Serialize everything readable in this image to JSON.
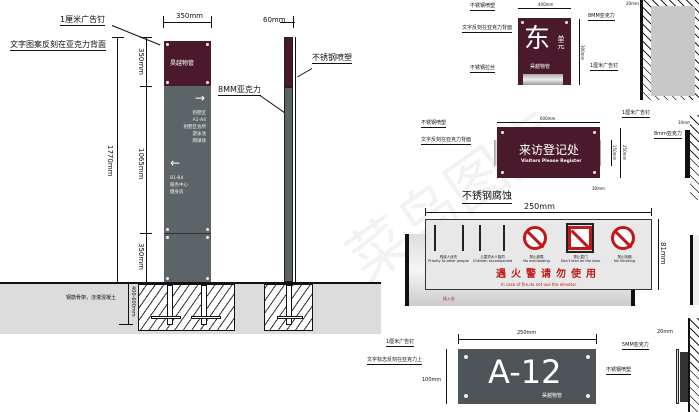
{
  "watermark": "菜鸟图库",
  "totem": {
    "labels": {
      "nail": "1厘米广告钉",
      "reverse_carve": "文字图案反刻在亚克力背面",
      "acrylic": "8MM亚克力",
      "steel": "不锈钢喷塑",
      "foundation": "钢筋骨架，浇灌混凝土"
    },
    "dims": {
      "width": "350mm",
      "depth": "60mm",
      "total": "1770mm",
      "top": "350mm",
      "middle": "1065mm",
      "bottom": "350mm",
      "buried": "400-600mm"
    },
    "logo": "昊越物管",
    "directions": [
      {
        "arrow": "→",
        "lines": [
          "别墅区",
          "A1-A4",
          "别墅区会所",
          "游泳池",
          "网球场"
        ]
      },
      {
        "arrow": "←",
        "lines": [
          "B1-B4",
          "服务中心",
          "健身房"
        ]
      }
    ]
  },
  "unit_sign": {
    "main": "东",
    "sub": "单元",
    "logo": "昊越物管",
    "labels": {
      "steel": "不锈钢喷塑",
      "reverse": "文字反刻在亚克力背面",
      "base": "不锈钢拉丝",
      "nail": "1厘米广告钉",
      "acrylic": "8MM亚克力"
    },
    "dims": {
      "width": "400mm",
      "height": "300mm",
      "gap": "20mm"
    }
  },
  "visitor_sign": {
    "title": "来访登记处",
    "subtitle": "Visitors Please Register",
    "labels": {
      "steel": "不锈钢喷塑",
      "reverse": "文字反刻在亚克力背面",
      "nail": "1厘米广告钉",
      "acrylic": "8mm亚克力"
    },
    "dims": {
      "width": "600mm",
      "height": "250mm",
      "inner": "150mm",
      "offset": "30mm",
      "gap": "10mm"
    }
  },
  "elevator_sign": {
    "label": "不锈钢腐蚀",
    "width": "250mm",
    "height": "81mm",
    "icons": [
      {
        "name": "elevator-priority-icon",
        "cn": "残疾人优先",
        "en": "Priority to other people"
      },
      {
        "name": "elevator-children-icon",
        "cn": "儿童须大人陪同",
        "en": "Children accompanied"
      },
      {
        "name": "no-overloading-icon",
        "cn": "禁止超载",
        "en": "No overloading"
      },
      {
        "name": "no-leaning-door-icon",
        "cn": "禁止靠门",
        "en": "Don't lean on the door"
      },
      {
        "name": "no-smoking-icon",
        "cn": "禁止吸烟",
        "en": "No Smoking"
      }
    ],
    "warning_cn": "遇火警请勿使用",
    "warning_en": "In case of fire,do not use the elevator",
    "insert": "插入处"
  },
  "room_sign": {
    "number": "A-12",
    "logo": "昊越物管",
    "labels": {
      "nail": "1厘米广告钉",
      "reverse": "文字标志反刻在亚克力上",
      "acrylic": "5MM亚克力",
      "steel": "不锈钢喷塑"
    },
    "dims": {
      "width": "250mm",
      "height": "100mm",
      "gap": "20mm"
    }
  },
  "colors": {
    "purple": "#4a1a2c",
    "gray": "#5d6467",
    "red": "#c01818"
  }
}
